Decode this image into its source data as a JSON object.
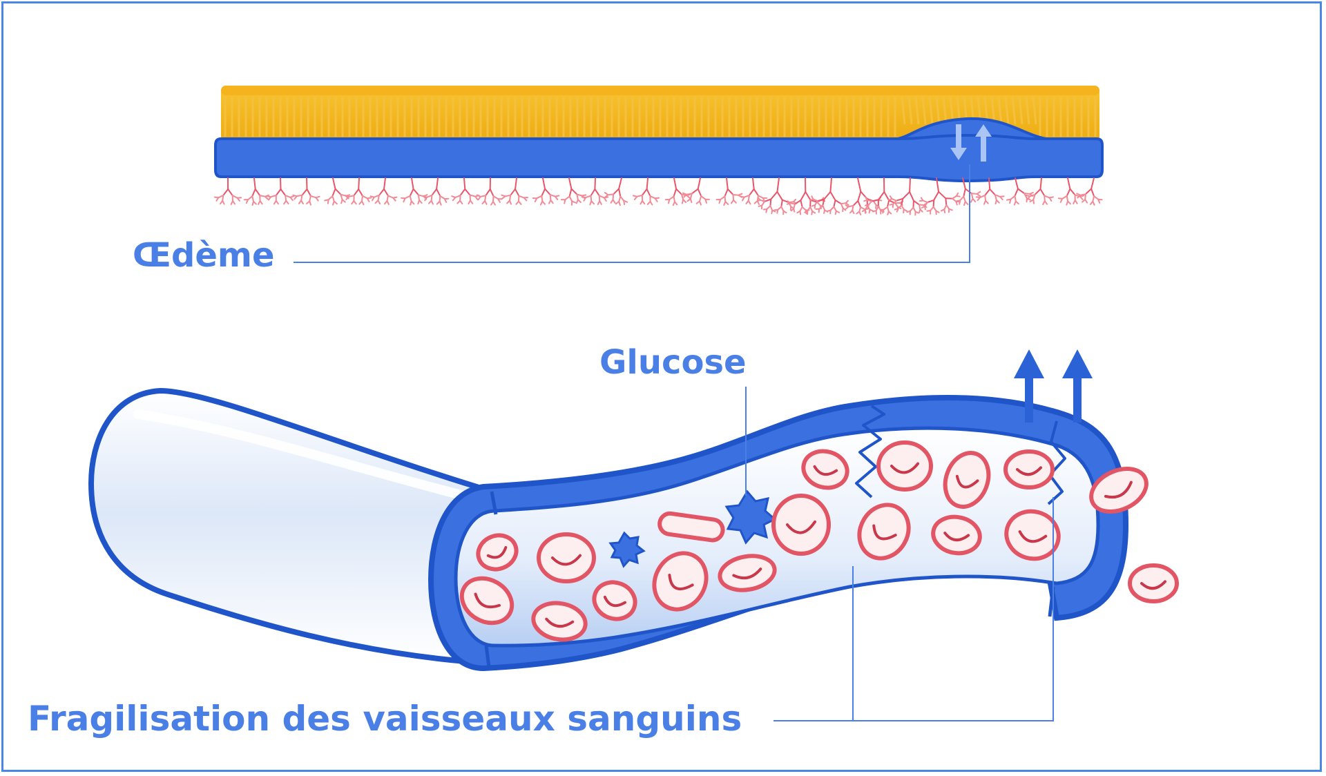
{
  "labels": {
    "edema": "Œdème",
    "glucose": "Glucose",
    "fragility": "Fragilisation des vaisseaux sanguins"
  },
  "colors": {
    "frame": "#4a86e8",
    "label": "#4a7fe6",
    "vessel_blue": "#3a70e0",
    "vessel_dark": "#1f55c8",
    "tissue_yellow": "#f5b820",
    "capillary_red": "#e8556a",
    "cell_red": "#e25565",
    "vessel_pale": "#dbe7f8"
  },
  "icons": [
    "up-arrow-icon",
    "down-arrow-icon",
    "glucose-molecule-icon",
    "red-blood-cell-icon"
  ]
}
